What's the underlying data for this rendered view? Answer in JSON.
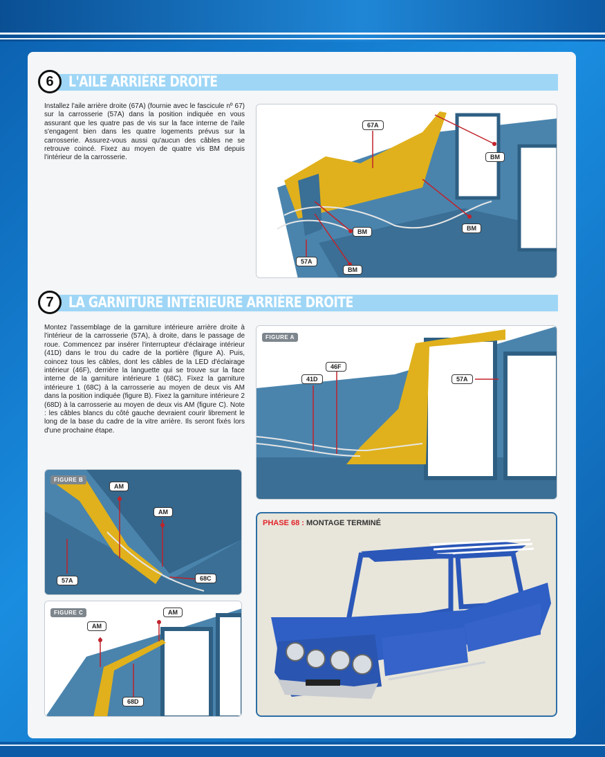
{
  "colors": {
    "accent": "#9fd6f6",
    "body_blue": "#3f7fa8",
    "part_yellow": "#e0b11c",
    "phase_red": "#e2232a"
  },
  "section6": {
    "number": "6",
    "title": "L'AILE ARRIÈRE DROITE",
    "text": "Installez l'aile arrière droite (67A) (fournie avec le fascicule nº 67) sur la carrosserie (57A) dans la position indiquée en vous assurant que les quatre pas de vis sur la face interne de l'aile s'engagent bien dans les quatre logements prévus sur la carrosserie. Assurez-vous aussi qu'aucun des câbles ne se retrouve coincé. Fixez au moyen de quatre vis BM depuis l'intérieur de la carrosserie.",
    "labels": {
      "a": "67A",
      "b": "BM",
      "c": "BM",
      "d": "BM",
      "e": "BM",
      "f": "57A"
    }
  },
  "section7": {
    "number": "7",
    "title": "LA GARNITURE INTÉRIEURE ARRIÈRE DROITE",
    "text": "Montez l'assemblage de la garniture intérieure arrière droite à l'intérieur de la carrosserie (57A), à droite, dans le passage de roue. Commencez par insérer l'interrupteur d'éclairage intérieur (41D) dans le trou du cadre de la portière (figure A). Puis, coincez tous les câbles, dont les câbles de la LED d'éclairage intérieur (46F), derrière la languette qui se trouve sur la face interne de la garniture intérieure 1 (68C). Fixez la garniture intérieure 1 (68C) à la carrosserie au moyen de deux vis AM dans la position indiquée (figure B). Fixez la garniture intérieure 2 (68D) à la carrosserie au moyen de deux vis AM (figure C). Note : les câbles blancs du côté gauche devraient courir librement le long de la base du cadre de la vitre arrière. Ils seront fixés lors d'une prochaine étape."
  },
  "figureA": {
    "tag": "FIGURE A",
    "labels": {
      "a": "41D",
      "b": "46F",
      "c": "57A"
    }
  },
  "figureB": {
    "tag": "FIGURE B",
    "labels": {
      "a": "AM",
      "b": "AM",
      "c": "57A",
      "d": "68C"
    }
  },
  "figureC": {
    "tag": "FIGURE C",
    "labels": {
      "a": "AM",
      "b": "AM",
      "c": "68D"
    }
  },
  "phase": {
    "prefix": "PHASE 68 :",
    "suffix": "MONTAGE TERMINÉ"
  }
}
